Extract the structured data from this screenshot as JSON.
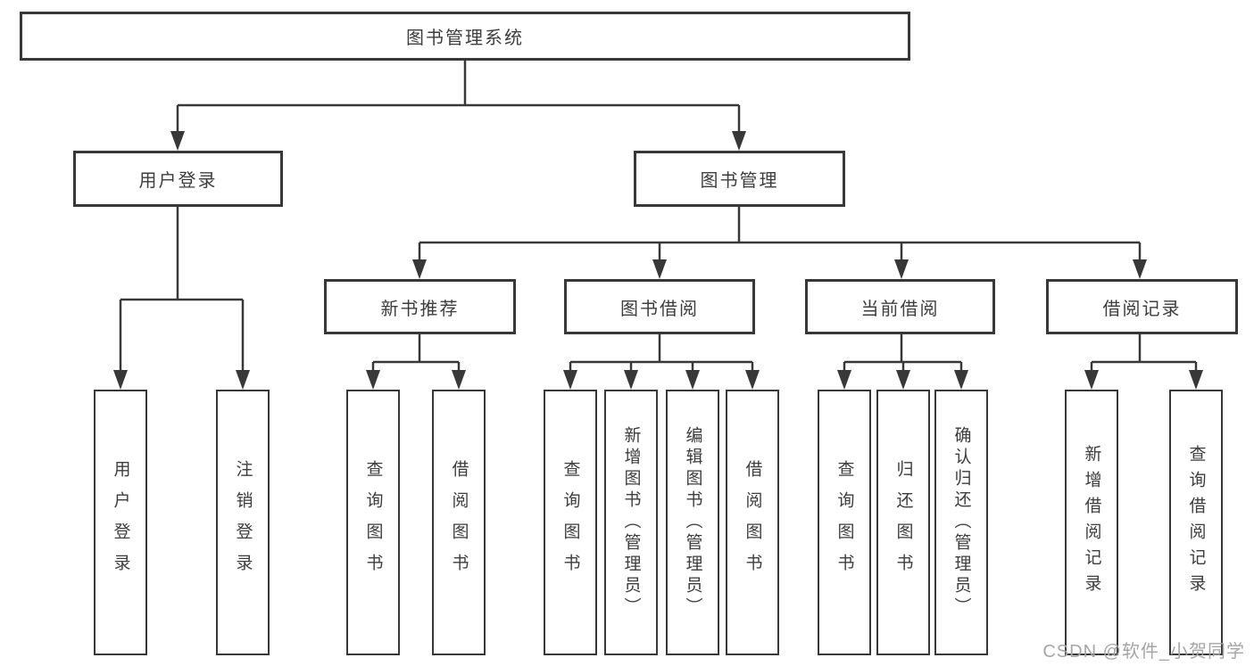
{
  "diagram_type": "hierarchy-tree",
  "tree": {
    "label": "图书管理系统",
    "children": [
      {
        "label": "用户登录",
        "children": [
          {
            "label": "用户登录"
          },
          {
            "label": "注销登录"
          }
        ]
      },
      {
        "label": "图书管理",
        "children": [
          {
            "label": "新书推荐",
            "children": [
              {
                "label": "查询图书"
              },
              {
                "label": "借阅图书"
              }
            ]
          },
          {
            "label": "图书借阅",
            "children": [
              {
                "label": "查询图书"
              },
              {
                "label": "新增图书（管理员）"
              },
              {
                "label": "编辑图书（管理员）"
              },
              {
                "label": "借阅图书"
              }
            ]
          },
          {
            "label": "当前借阅",
            "children": [
              {
                "label": "查询图书"
              },
              {
                "label": "归还图书"
              },
              {
                "label": "确认归还（管理员）"
              }
            ]
          },
          {
            "label": "借阅记录",
            "children": [
              {
                "label": "新增借阅记录"
              },
              {
                "label": "查询借阅记录"
              }
            ]
          }
        ]
      }
    ]
  },
  "watermark": {
    "text": "CSDN @软件_小贺同学"
  },
  "colors": {
    "line": "#383838",
    "text": "#3d3d3d",
    "watermark": "#a6a6a6",
    "background": "#ffffff"
  }
}
